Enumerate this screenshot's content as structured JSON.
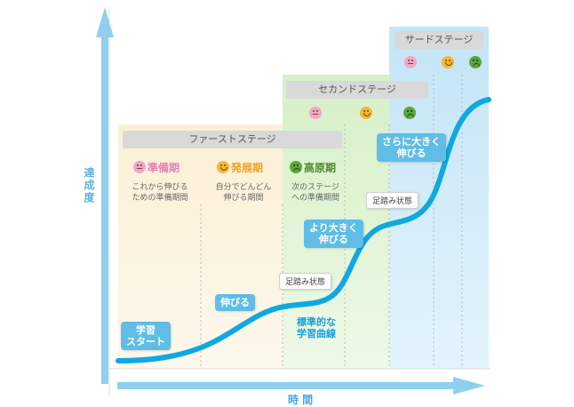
{
  "axes": {
    "y_label": "達成度",
    "x_label": "時 間"
  },
  "stages": [
    {
      "title": "ファーストステージ",
      "color": "#fbf1d9"
    },
    {
      "title": "セカンドステージ",
      "color": "#dff3d3"
    },
    {
      "title": "サードステージ",
      "color": "#cde9f8"
    }
  ],
  "phases": [
    {
      "label": "準備期",
      "face": "pink-face-icon",
      "color": "#e87fb4",
      "desc": "これから伸びる\nための準備期間"
    },
    {
      "label": "発展期",
      "face": "orange-smile-icon",
      "color": "#f0a21f",
      "desc": "自分でどんどん\n伸びる期間"
    },
    {
      "label": "高原期",
      "face": "green-frown-icon",
      "color": "#4a8a2a",
      "desc": "次のステージ\nへの準備期間"
    }
  ],
  "callouts": {
    "start": "学習\nスタート",
    "grow": "伸びる",
    "plateau1": "足踏み状態",
    "bigger": "より大きく\n伸びる",
    "plateau2": "足踏み状態",
    "even_bigger": "さらに大きく\n伸びる",
    "curve_label": "標準的な\n学習曲線"
  },
  "colors": {
    "curve": "#10a8e0",
    "axis": "#8fd0ef"
  }
}
